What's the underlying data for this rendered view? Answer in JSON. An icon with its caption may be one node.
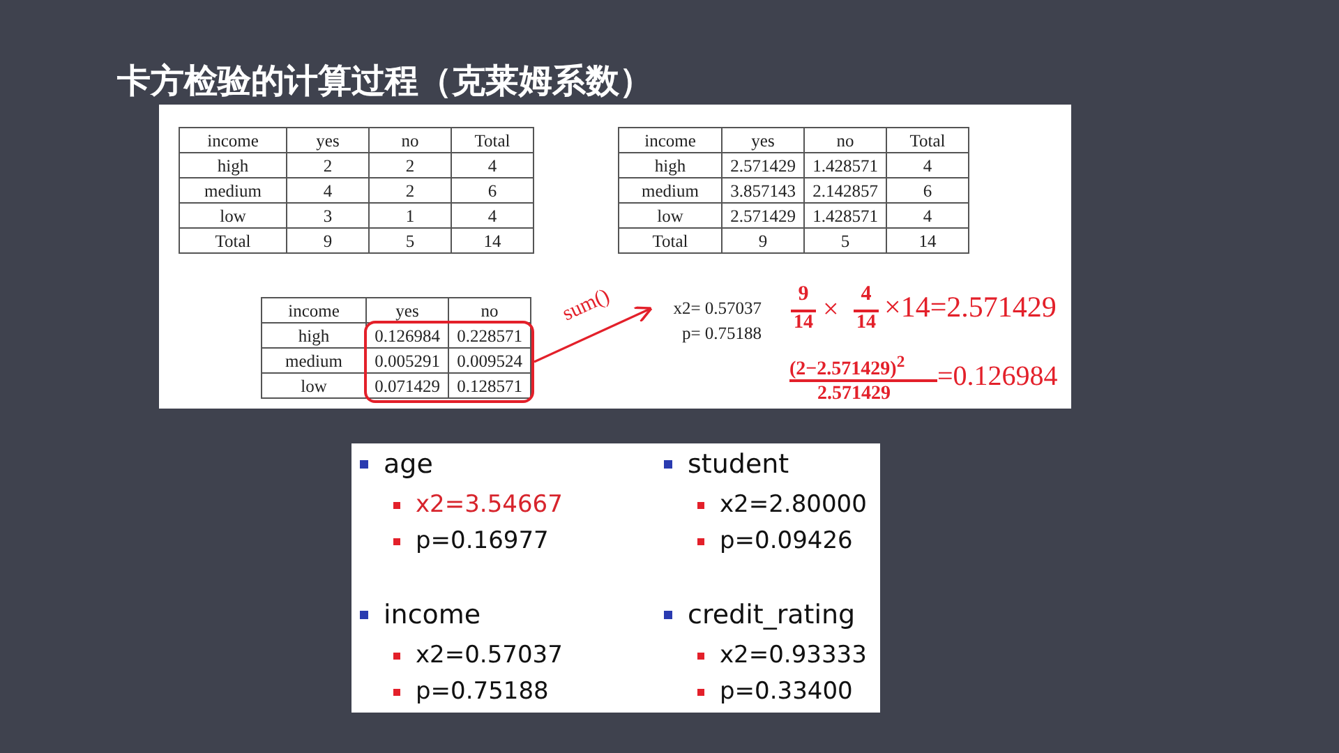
{
  "diagram": {
    "title": "卡方检验的计算过程（克莱姆系数）",
    "nodes": [
      {
        "text": [],
        "shape": "box"
      },
      {
        "text": [
          "x2= 0.57037"
        ]
      }
    ],
    "edges": [
      {
        "from": 0,
        "to": 1,
        "arrow": "to",
        "label": "sum()"
      }
    ],
    "labels": [
      "income",
      "yes",
      "no",
      "Total",
      "high",
      "2",
      "2",
      "4",
      "medium",
      "4",
      "2",
      "6",
      "low",
      "3",
      "1",
      "4",
      "Total",
      "9",
      "5",
      "14",
      "income",
      "yes",
      "no",
      "Total",
      "high",
      "2.571429",
      "1.428571",
      "4",
      "medium",
      "3.857143",
      "2.142857",
      "6",
      "low",
      "2.571429",
      "1.428571",
      "4",
      "Total",
      "9",
      "5",
      "14",
      "income",
      "yes",
      "no",
      "high",
      "0.126984",
      "0.228571",
      "medium",
      "0.005291",
      "0.009524",
      "low",
      "0.071429",
      "0.128571",
      "p= 0.75188",
      "9",
      "14",
      "×",
      "4",
      "14",
      "×14=2.571429",
      "(2−2.571429)$^{2}$",
      "2.571429",
      "=0.126984",
      "age",
      "x2=3.54667",
      "p=0.16977",
      "student",
      "x2=2.80000",
      "p=0.09426",
      "income",
      "x2=0.57037",
      "p=0.75188",
      "credit_rating",
      "x2=0.93333",
      "p=0.33400"
    ]
  }
}
